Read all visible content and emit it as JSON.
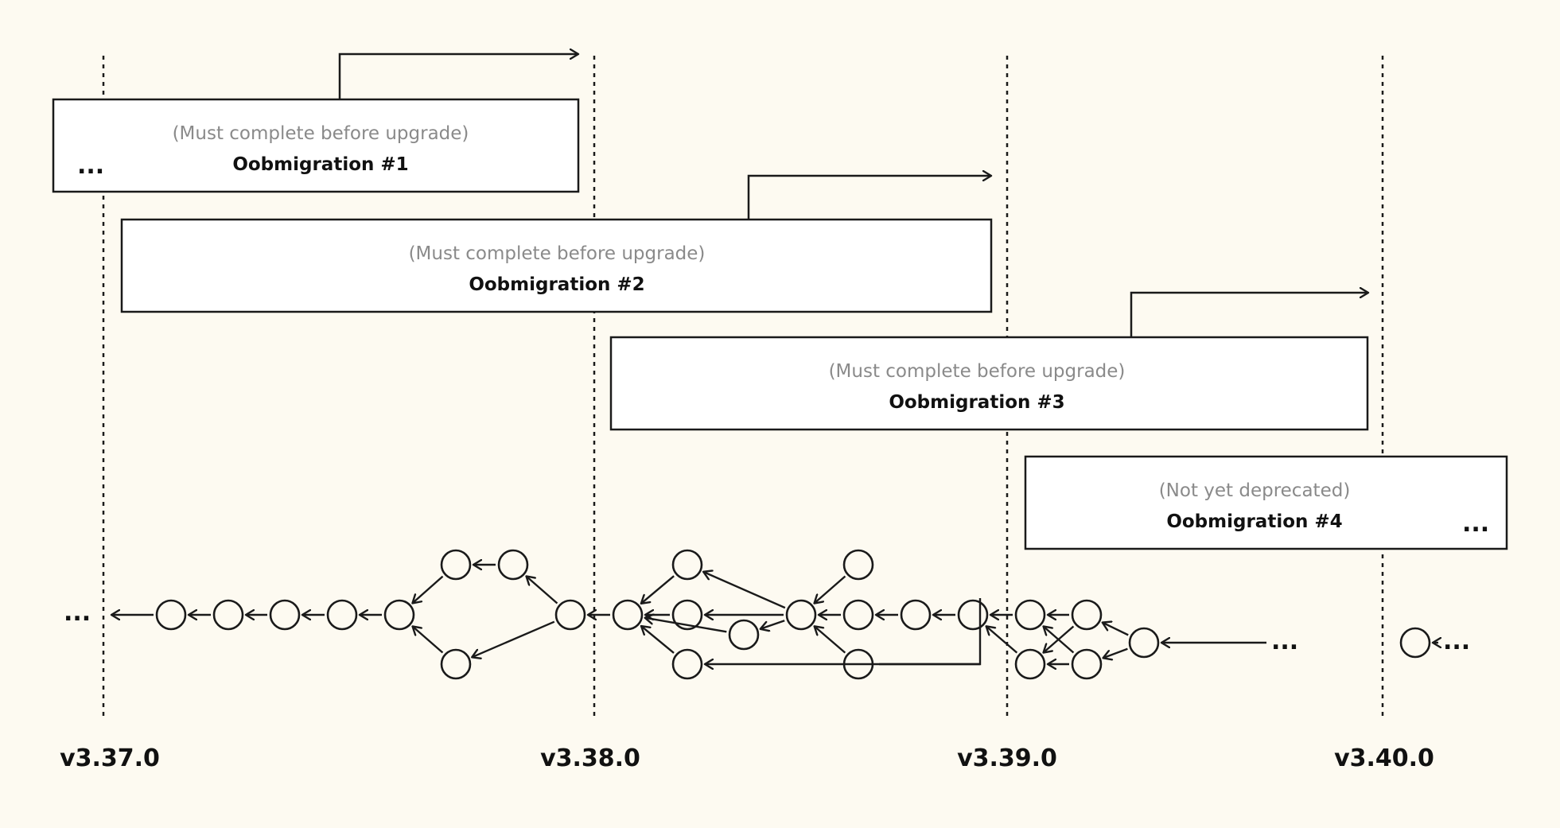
{
  "versions": [
    "v3.37.0",
    "v3.38.0",
    "v3.39.0",
    "v3.40.0"
  ],
  "migrations": [
    {
      "subtitle": "(Must complete before upgrade)",
      "title": "Oobmigration #1"
    },
    {
      "subtitle": "(Must complete before upgrade)",
      "title": "Oobmigration #2"
    },
    {
      "subtitle": "(Must complete before upgrade)",
      "title": "Oobmigration #3"
    },
    {
      "subtitle": "(Not yet deprecated)",
      "title": "Oobmigration #4"
    }
  ],
  "ellipsis": "..."
}
